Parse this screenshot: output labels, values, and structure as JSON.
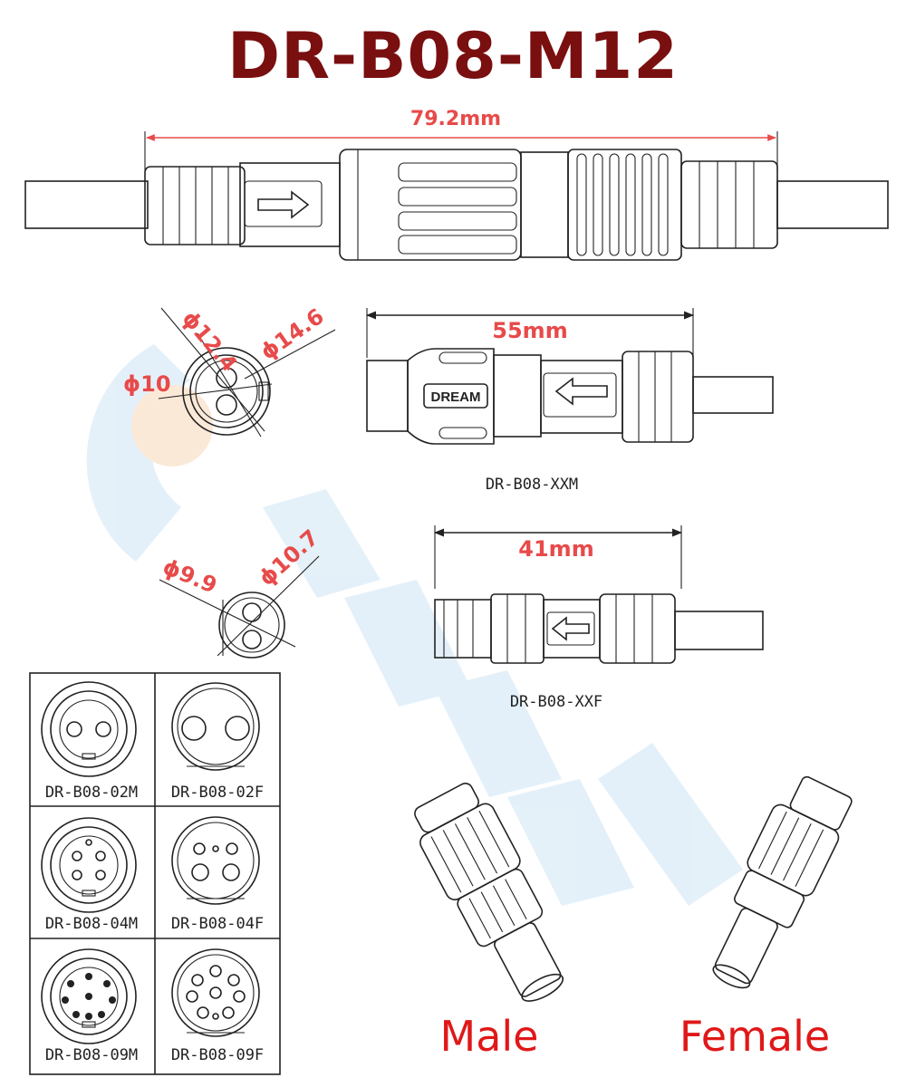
{
  "title": "DR-B08-M12",
  "dimensions": {
    "overall_length": "79.2mm",
    "male_length": "55mm",
    "female_length": "41mm",
    "male_d_outer": "ϕ14.6",
    "male_d_mid": "ϕ12.4",
    "male_d_inner": "ϕ10",
    "female_d_outer": "ϕ10.7",
    "female_d_inner": "ϕ9.9"
  },
  "body_label": "DREAM",
  "male_model": "DR-B08-XXM",
  "female_model": "DR-B08-XXF",
  "pin_table": [
    {
      "male": "DR-B08-02M",
      "female": "DR-B08-02F"
    },
    {
      "male": "DR-B08-04M",
      "female": "DR-B08-04F"
    },
    {
      "male": "DR-B08-09M",
      "female": "DR-B08-09F"
    }
  ],
  "labels": {
    "male": "Male",
    "female": "Female"
  },
  "colors": {
    "title": "#7a0f10",
    "dimension": "#e84a4a",
    "label": "#e01818"
  }
}
